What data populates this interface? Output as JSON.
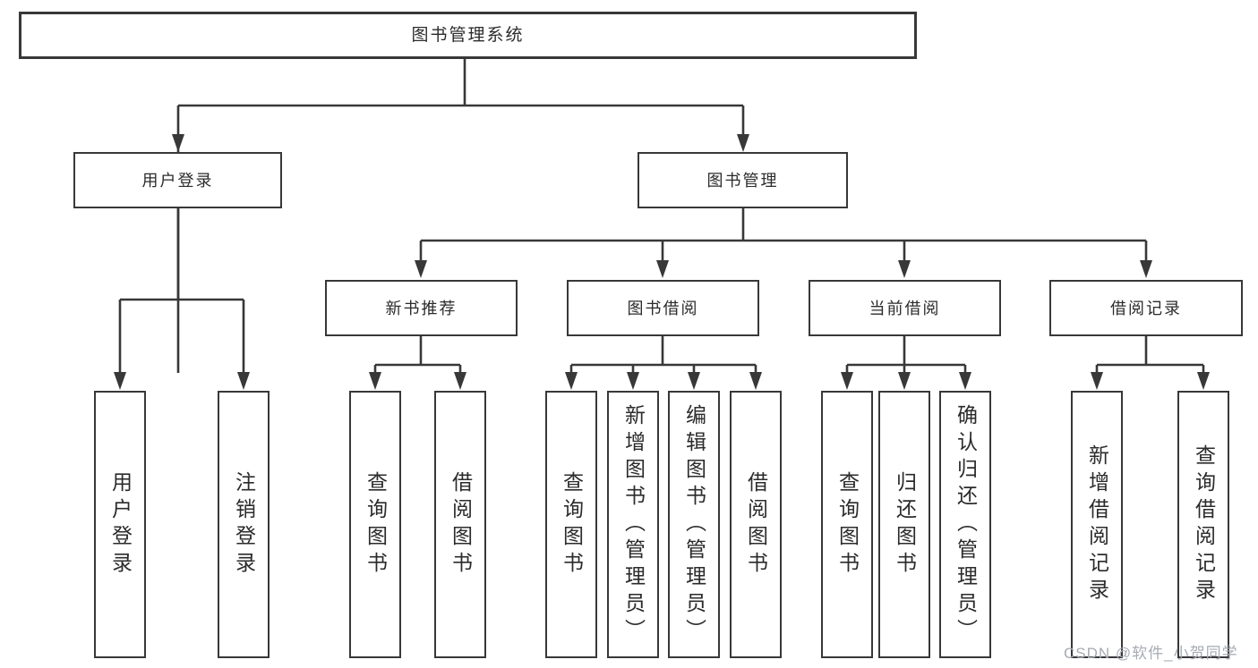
{
  "diagram": {
    "root": "图书管理系统",
    "level2": [
      "用户登录",
      "图书管理"
    ],
    "level3": [
      "新书推荐",
      "图书借阅",
      "当前借阅",
      "借阅记录"
    ],
    "leaves": [
      [
        "用户登录",
        "注销登录"
      ],
      [
        "查询图书",
        "借阅图书"
      ],
      [
        "查询图书",
        "新增图书（管理员）",
        "编辑图书（管理员）",
        "借阅图书"
      ],
      [
        "查询图书",
        "归还图书",
        "确认归还（管理员）"
      ],
      [
        "新增借阅记录",
        "查询借阅记录"
      ]
    ]
  },
  "watermark": "CSDN @软件_小贺同学",
  "colors": {
    "line": "#383838",
    "text": "#2b2b2b",
    "watermark": "#a6abb3",
    "background": "#ffffff"
  }
}
